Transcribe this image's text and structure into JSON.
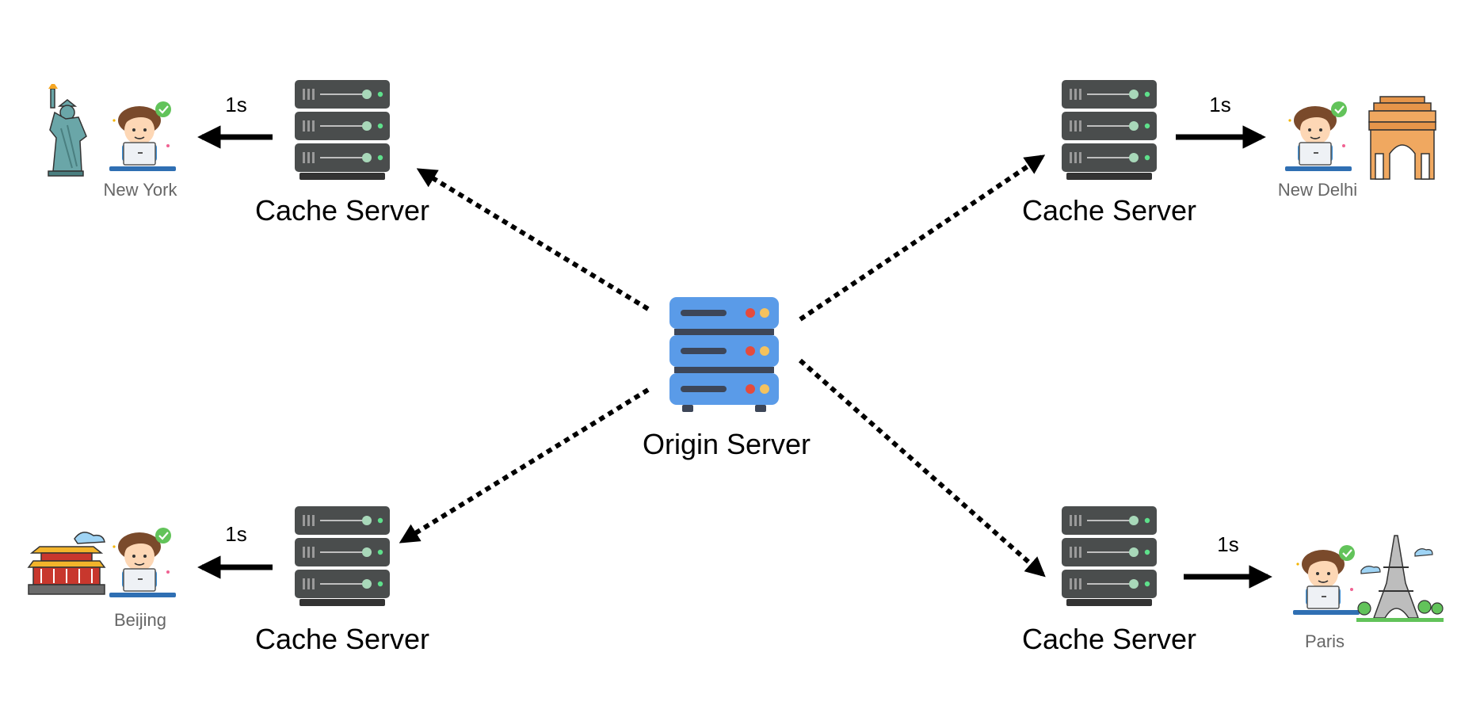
{
  "origin": {
    "label": "Origin Server"
  },
  "nodes": [
    {
      "cache_label": "Cache Server",
      "latency": "1s",
      "city": "New York",
      "landmark": "statue-of-liberty-icon"
    },
    {
      "cache_label": "Cache Server",
      "latency": "1s",
      "city": "New Delhi",
      "landmark": "india-gate-icon"
    },
    {
      "cache_label": "Cache Server",
      "latency": "1s",
      "city": "Beijing",
      "landmark": "chinese-temple-icon"
    },
    {
      "cache_label": "Cache Server",
      "latency": "1s",
      "city": "Paris",
      "landmark": "eiffel-tower-icon"
    }
  ],
  "icons": {
    "origin": "origin-server-icon",
    "cache": "cache-server-icon",
    "user": "user-at-laptop-icon"
  },
  "colors": {
    "origin_server": "#5a9be8",
    "cache_server": "#4a4d4d",
    "arrow": "#000000",
    "city_text": "#666666"
  }
}
